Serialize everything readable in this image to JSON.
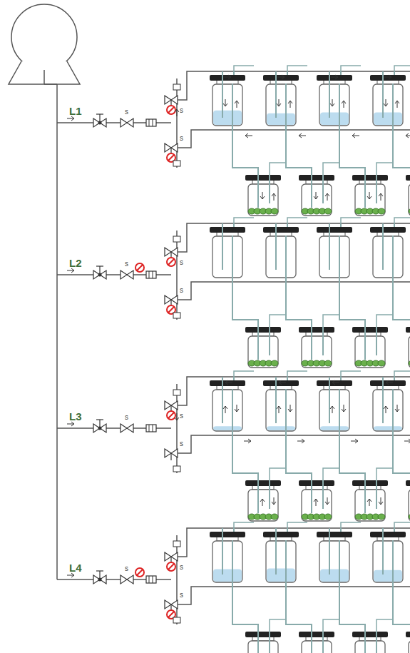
{
  "diagram": {
    "labels": [
      "L1",
      "s",
      "s",
      "s",
      "L2",
      "s",
      "s",
      "s",
      "L3",
      "s",
      "s",
      "s",
      "L4",
      "s",
      "s",
      "s"
    ]
  }
}
